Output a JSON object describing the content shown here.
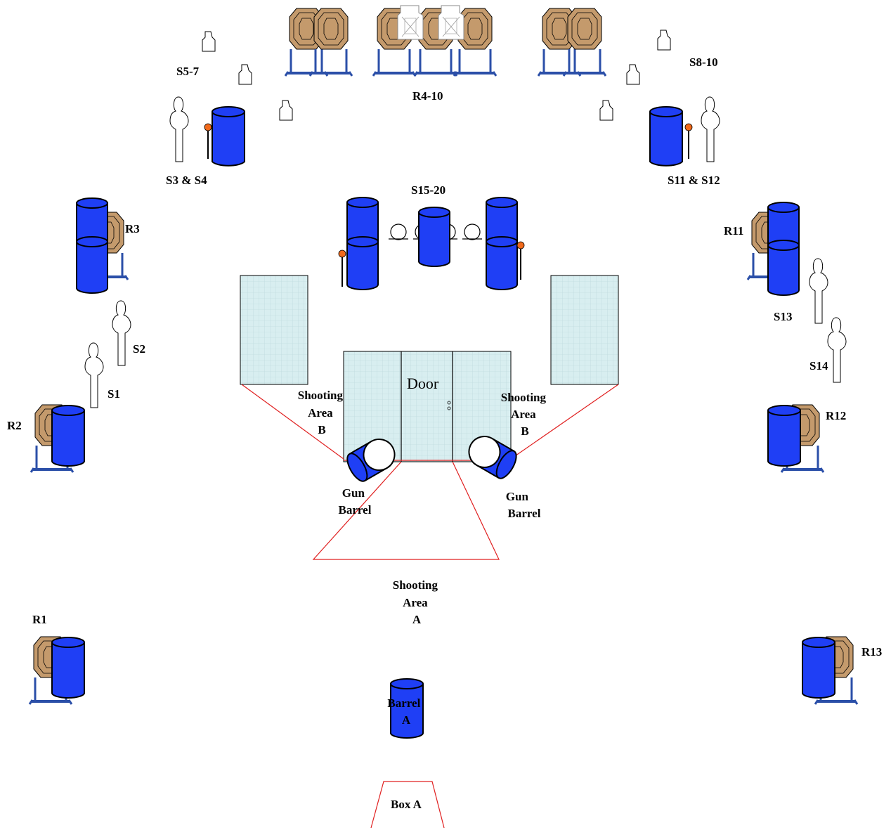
{
  "labels": {
    "s5_7": "S5-7",
    "r4_10": "R4-10",
    "s8_10": "S8-10",
    "s3_s4": "S3 & S4",
    "s11_s12": "S11 & S12",
    "s15_20": "S15-20",
    "r3": "R3",
    "r11": "R11",
    "s2": "S2",
    "s1": "S1",
    "s13": "S13",
    "s14": "S14",
    "r2": "R2",
    "r12": "R12",
    "r1": "R1",
    "r13": "R13",
    "door": "Door",
    "shooting_area_b": [
      "Shooting",
      "Area",
      "B"
    ],
    "gun_barrel": [
      "Gun",
      "Barrel"
    ],
    "shooting_area_a": [
      "Shooting",
      "Area",
      "A"
    ],
    "barrel_a": [
      "Barrel",
      "A"
    ],
    "box_a": "Box A"
  },
  "colors": {
    "barrel_blue": "#1f3ff5",
    "steel_tan": "#c49a6c",
    "stand_blue": "#2b4fa8",
    "glass": "#d8eef0",
    "popper_orange": "#f26a1b",
    "boundary_red": "#e02020"
  }
}
